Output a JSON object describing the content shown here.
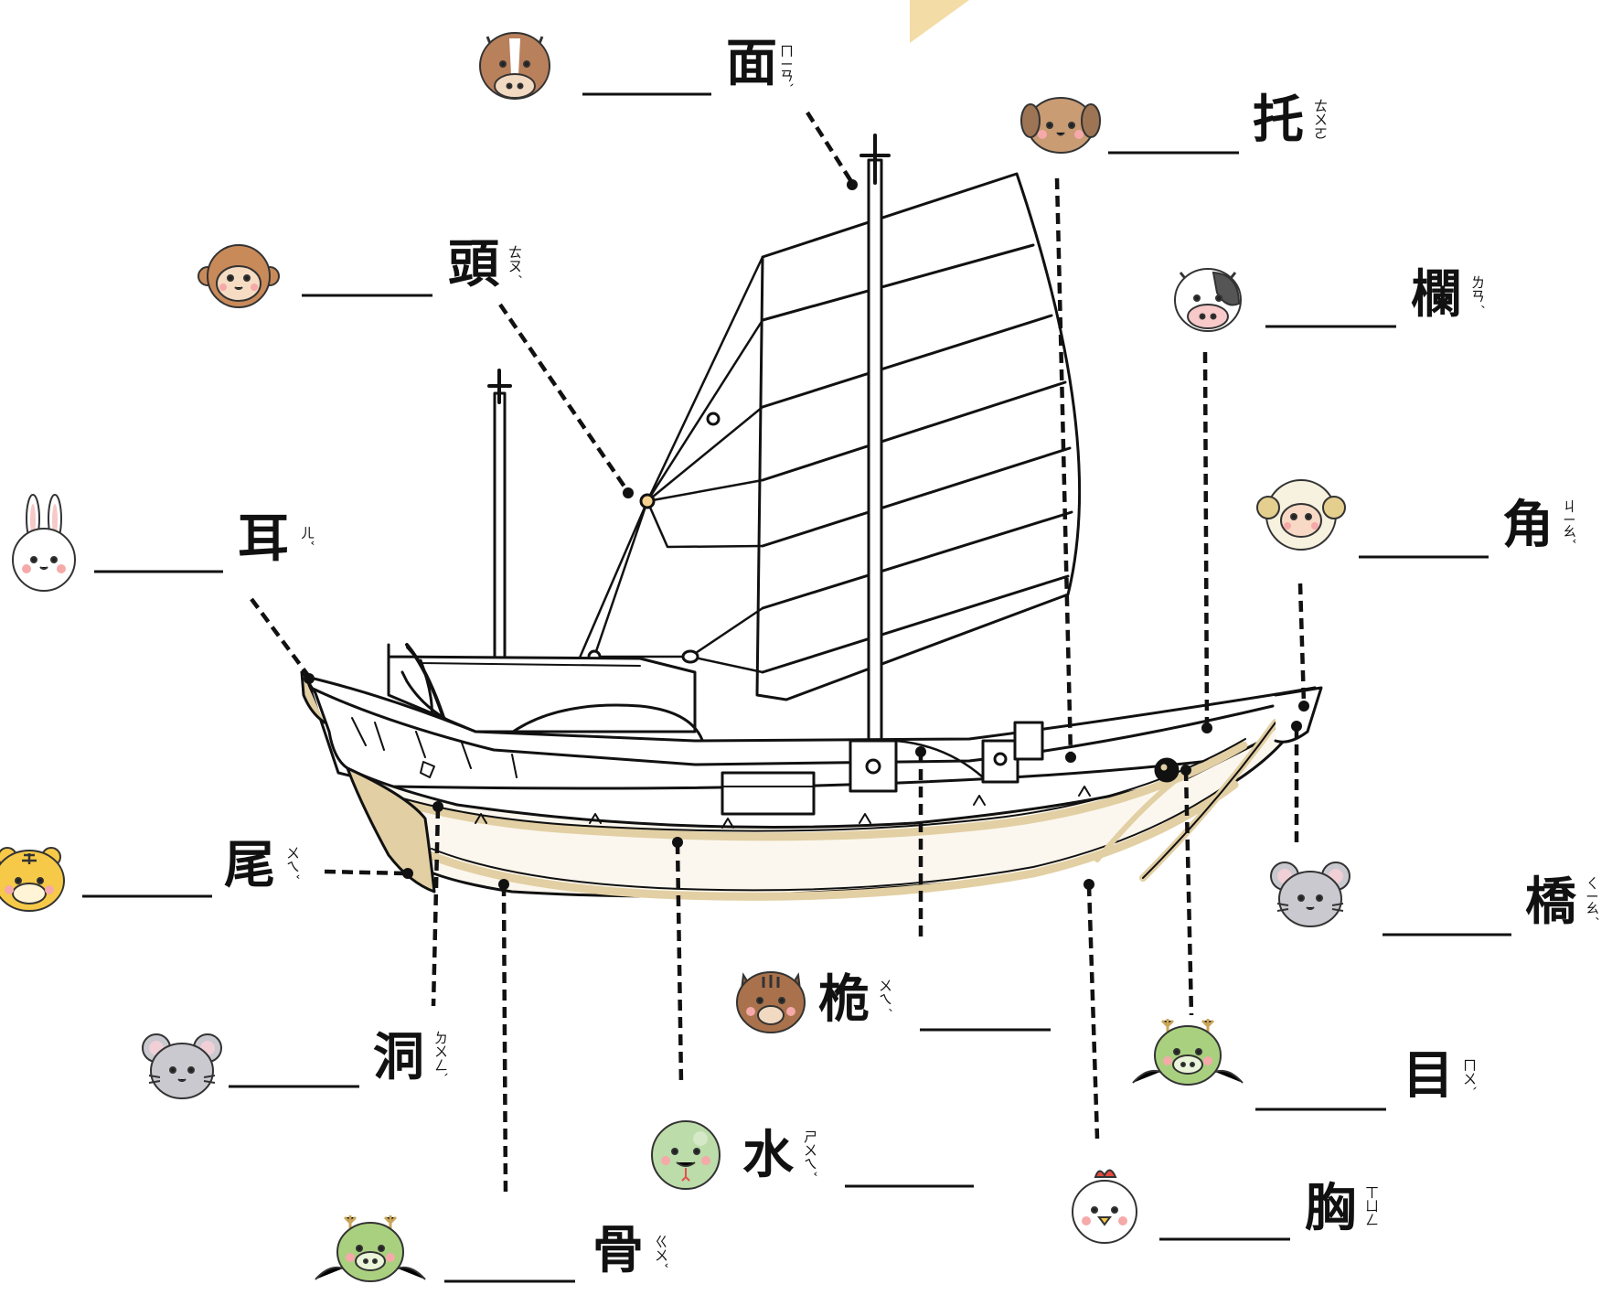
{
  "diagram": {
    "subject": "sailing-junk-boat-parts",
    "labels": [
      {
        "id": "mian",
        "char": "面",
        "bopomofo": "ㄇㄧㄢˋ",
        "animal": "horse"
      },
      {
        "id": "tuo",
        "char": "托",
        "bopomofo": "ㄊㄨㄛ",
        "animal": "dog"
      },
      {
        "id": "tou",
        "char": "頭",
        "bopomofo": "ㄊㄡˊ",
        "animal": "monkey"
      },
      {
        "id": "lan",
        "char": "欄",
        "bopomofo": "ㄌㄢˊ",
        "animal": "cow"
      },
      {
        "id": "er",
        "char": "耳",
        "bopomofo": "ㄦˇ",
        "animal": "rabbit"
      },
      {
        "id": "jiao",
        "char": "角",
        "bopomofo": "ㄐㄧㄠˇ",
        "animal": "sheep"
      },
      {
        "id": "wei",
        "char": "尾",
        "bopomofo": "ㄨㄟˇ",
        "animal": "tiger"
      },
      {
        "id": "qiao",
        "char": "橋",
        "bopomofo": "ㄑㄧㄠˊ",
        "animal": "mouse"
      },
      {
        "id": "wei2",
        "char": "桅",
        "bopomofo": "ㄨㄟˊ",
        "animal": "boar"
      },
      {
        "id": "dong",
        "char": "洞",
        "bopomofo": "ㄉㄨㄥˋ",
        "animal": "mouse"
      },
      {
        "id": "mu",
        "char": "目",
        "bopomofo": "ㄇㄨˋ",
        "animal": "dragon"
      },
      {
        "id": "shui",
        "char": "水",
        "bopomofo": "ㄕㄨㄟˇ",
        "animal": "snake"
      },
      {
        "id": "xiong",
        "char": "胸",
        "bopomofo": "ㄒㄩㄥ",
        "animal": "rooster"
      },
      {
        "id": "gu",
        "char": "骨",
        "bopomofo": "ㄍㄨˇ",
        "animal": "dragon"
      }
    ]
  },
  "colors": {
    "ink": "#111111",
    "hull_trim": "#e2cfa3",
    "hull_fill": "#fbf7ee",
    "tiger": "#f6c948",
    "mouse": "#c9c9cf",
    "dragon": "#a9d07f",
    "horse": "#b9805c",
    "dog": "#c99c74",
    "boar": "#a9724c",
    "sheep": "#f7f1df",
    "cow": "#ffffff",
    "rabbit": "#ffffff",
    "rooster": "#ffffff",
    "monkey": "#c98a5a",
    "snake": "#bcdcaa",
    "cheek": "#f6a9a9",
    "pointer_top_right": "#f3dca5"
  }
}
